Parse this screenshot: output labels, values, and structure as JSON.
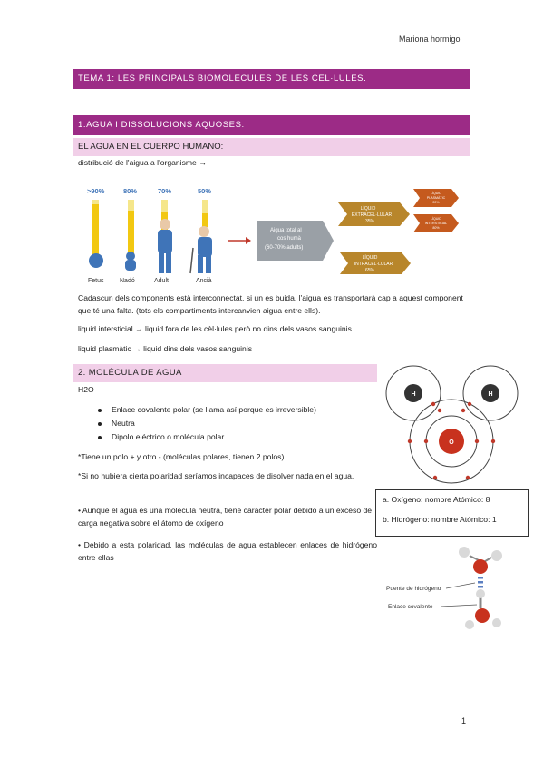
{
  "header": {
    "author": "Mariona hormigo",
    "page_number": "1"
  },
  "title": "TEMA 1: LES PRINCIPALS BIOMOLÈCULES DE LES CÈL·LULES.",
  "section1": {
    "heading": "1.AGUA I DISSOLUCIONS AQUOSES:",
    "subheading": "EL AGUA EN EL CUERPO HUMANO:",
    "intro": "distribució de l'aigua a l'organisme →",
    "figure": {
      "stages": [
        {
          "percent": ">90%",
          "label": "Fetus",
          "fill": 0.92
        },
        {
          "percent": "80%",
          "label": "Nadó",
          "fill": 0.8
        },
        {
          "percent": "70%",
          "label": "Adult",
          "fill": 0.7
        },
        {
          "percent": "50%",
          "label": "Ancià",
          "fill": 0.5
        }
      ],
      "total_box": [
        "Aigua total al",
        "cos humà",
        "(60-70% adults)"
      ],
      "extracellular": [
        "LÍQUID",
        "EXTRACEL·LULAR",
        "35%"
      ],
      "intracellular": [
        "LÍQUID",
        "INTRACEL·LULAR",
        "65%"
      ],
      "plasma": [
        "LÍQUID",
        "PLASMÀTIC",
        "20%"
      ],
      "interstitial": [
        "LÍQUID",
        "INTERSTICIAL",
        "80%"
      ]
    },
    "paragraphs": [
      "Cadascun dels components està interconnectat, si un es buida, l'aigua es transportarà cap a aquest component que té una falta. (tots els compartiments intercanvien aigua entre ells).",
      "liquid intersticial → liquid fora de les cèl·lules però no dins dels vasos sanguinis",
      "liquid plasmàtic → liquid dins dels vasos sanguinis"
    ]
  },
  "section2": {
    "heading": "2. MOLÉCULA DE AGUA",
    "formula": "H2O",
    "bullets": [
      "Enlace covalente polar (se llama así porque es irreversible)",
      "Neutra",
      "Dipolo eléctrico o molécula polar"
    ],
    "notes": [
      "*Tiene un polo + y otro - (moléculas polares, tienen 2 polos).",
      "*Si no hubiera cierta polaridad seríamos incapaces de disolver nada en el agua.",
      "• Aunque el agua es una molécula neutra, tiene carácter polar debido a un exceso de carga negativa sobre el átomo de oxígeno",
      "• Debido a esta polaridad, las moléculas de agua establecen enlaces de hidrógeno entre ellas"
    ],
    "atom_labels": {
      "h": "H",
      "o": "O"
    },
    "info_box": [
      "a. Oxígeno: nombre Atómico: 8",
      "b. Hidrógeno: nombre Atómico: 1"
    ],
    "bond_labels": {
      "hydrogen": "Puente de hidrógeno",
      "covalent": "Enlace covalente"
    }
  },
  "colors": {
    "accent": "#9c2b86",
    "sub_bar": "#f1cfe8",
    "arrow": "#c0392b",
    "chevron": "#b8862b",
    "chevron_red": "#c55a1e"
  }
}
